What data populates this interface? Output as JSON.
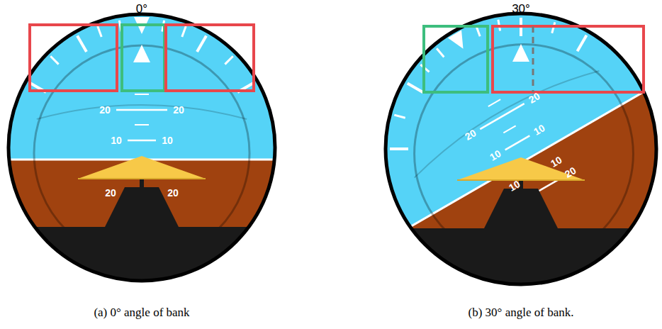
{
  "diagram": {
    "labels": [
      "0°",
      "20",
      "20",
      "10",
      "10",
      "20",
      "20",
      "30°",
      "20",
      "20",
      "10",
      "10",
      "10",
      "10",
      "20",
      "(a) 0° angle of bank",
      "(b) 30° angle of bank."
    ]
  }
}
